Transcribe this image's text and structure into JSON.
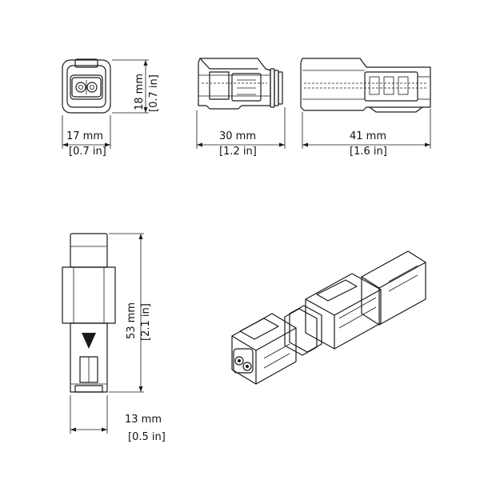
{
  "dimensions": {
    "front_width": {
      "metric": "17 mm",
      "imperial": "[0.7 in]"
    },
    "front_height": {
      "metric": "18 mm",
      "imperial": "[0.7 in]"
    },
    "side_length": {
      "metric": "30 mm",
      "imperial": "[1.2 in]"
    },
    "mated_length": {
      "metric": "41 mm",
      "imperial": "[1.6 in]"
    },
    "top_length": {
      "metric": "53 mm",
      "imperial": "[2.1 in]"
    },
    "top_width": {
      "metric": "13 mm",
      "imperial": "[0.5 in]"
    }
  },
  "views": {
    "front_view": "connector-front-view",
    "side_view": "connector-side-view",
    "mated_view": "connector-mated-side-view",
    "top_view": "connector-top-view",
    "iso_view": "connector-isometric-view"
  }
}
